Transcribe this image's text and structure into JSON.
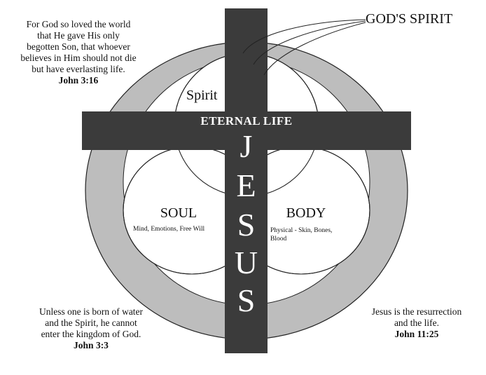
{
  "colors": {
    "ring": "#bdbdbd",
    "cross": "#3b3b3b",
    "outline": "#222222",
    "fill": "#ffffff"
  },
  "diagram": {
    "gods_spirit": "GOD'S SPIRIT",
    "spirit_label": "Spirit",
    "eternal_life": "ETERNAL LIFE",
    "jesus_letters": [
      "J",
      "E",
      "S",
      "U",
      "S"
    ],
    "soul": {
      "title": "SOUL",
      "subtitle": "Mind, Emotions, Free Will"
    },
    "body": {
      "title": "BODY",
      "subtitle_line1": "Physical - Skin, Bones,",
      "subtitle_line2": "Blood"
    }
  },
  "quotes": {
    "top_left": {
      "lines": [
        "For God so loved the world",
        "that He gave His only",
        "begotten Son, that whoever",
        "believes in Him should not die",
        "but have everlasting life."
      ],
      "ref": "John 3:16"
    },
    "bottom_left": {
      "lines": [
        "Unless one is born of water",
        "and the Spirit, he cannot",
        "enter the kingdom of God."
      ],
      "ref": "John 3:3"
    },
    "bottom_right": {
      "lines": [
        "Jesus is the resurrection",
        "and the life."
      ],
      "ref": "John 11:25"
    }
  }
}
